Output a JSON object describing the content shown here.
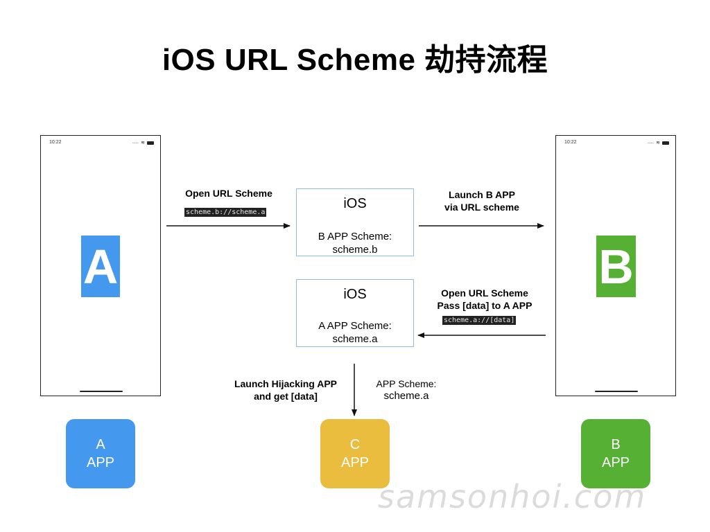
{
  "title": "iOS URL Scheme 劫持流程",
  "phones": {
    "left": {
      "time": "10:22",
      "letter": "A",
      "color": "#4499ee"
    },
    "right": {
      "time": "10:22",
      "letter": "B",
      "color": "#55b033"
    }
  },
  "ios_boxes": {
    "top": {
      "title": "iOS",
      "scheme_label": "B APP Scheme:",
      "scheme_value": "scheme.b"
    },
    "bottom": {
      "title": "iOS",
      "scheme_label": "A APP Scheme:",
      "scheme_value": "scheme.a"
    }
  },
  "arrows": {
    "a_to_ios": {
      "label": "Open URL Scheme",
      "code": "scheme.b://scheme.a"
    },
    "ios_to_b": {
      "line1": "Launch B APP",
      "line2": "via URL scheme"
    },
    "b_to_ios": {
      "line1": "Open URL Scheme",
      "line2": "Pass [data] to A APP",
      "code": "scheme.a://[data]"
    },
    "ios_to_c": {
      "left_line1": "Launch Hijacking APP",
      "left_line2": "and get [data]",
      "right_line1": "APP Scheme:",
      "right_line2": "scheme.a"
    }
  },
  "apps": [
    {
      "letter": "A",
      "label": "APP",
      "color": "#4499ee"
    },
    {
      "letter": "C",
      "label": "APP",
      "color": "#ebbd3f"
    },
    {
      "letter": "B",
      "label": "APP",
      "color": "#55b033"
    }
  ],
  "watermark": "samsonhoi.com"
}
